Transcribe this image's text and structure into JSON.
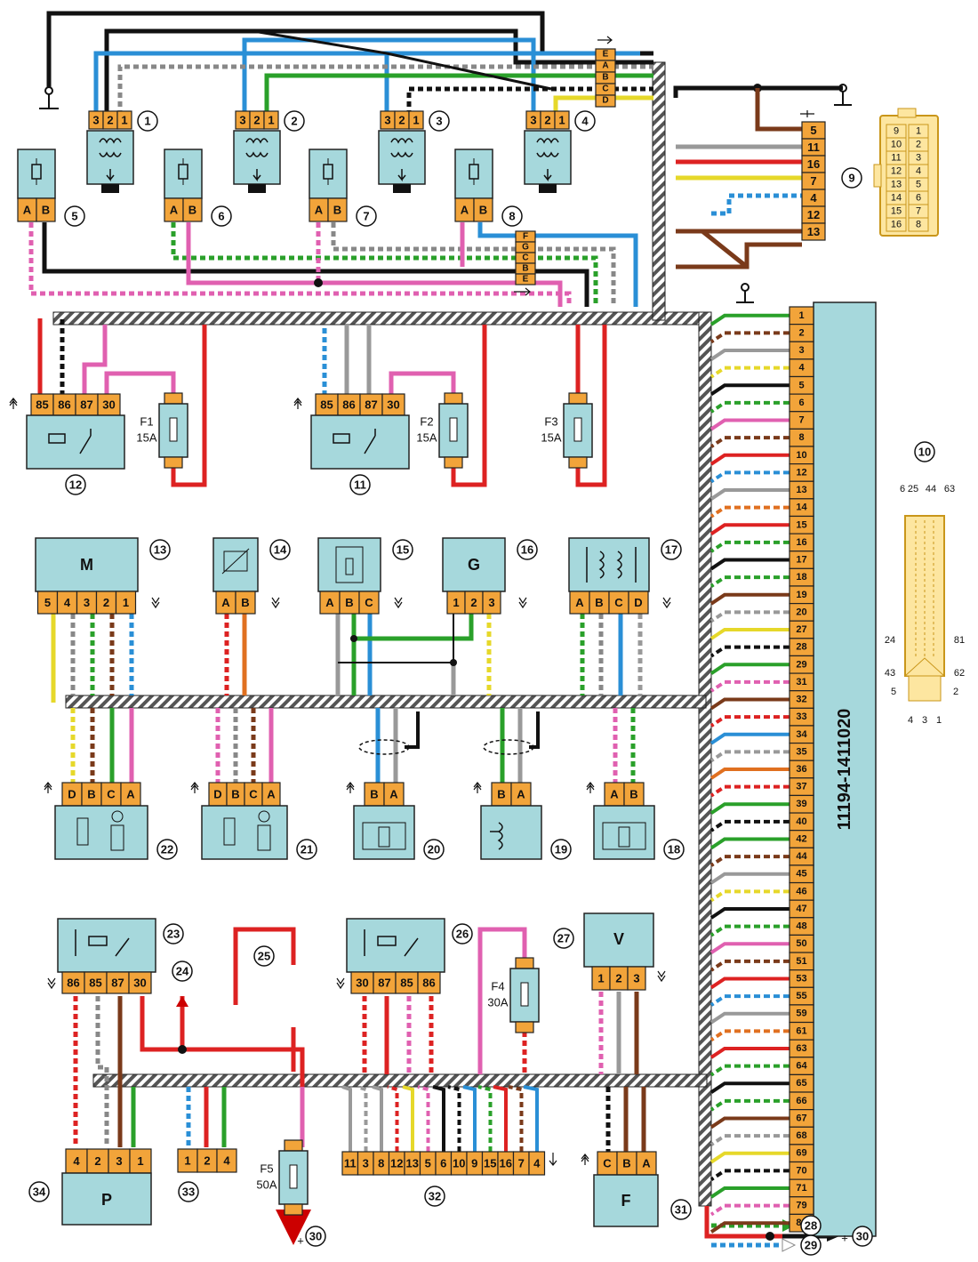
{
  "ecu": {
    "part_number": "11194-1411020",
    "pins": [
      "1",
      "2",
      "3",
      "4",
      "5",
      "6",
      "7",
      "8",
      "10",
      "12",
      "13",
      "14",
      "15",
      "16",
      "17",
      "18",
      "19",
      "20",
      "27",
      "28",
      "29",
      "31",
      "32",
      "33",
      "34",
      "35",
      "36",
      "37",
      "39",
      "40",
      "42",
      "44",
      "45",
      "46",
      "47",
      "48",
      "50",
      "51",
      "53",
      "55",
      "59",
      "61",
      "63",
      "64",
      "65",
      "66",
      "67",
      "68",
      "69",
      "70",
      "71",
      "79",
      "80"
    ]
  },
  "ignition_coils": [
    {
      "callout": "1",
      "pins": [
        "3",
        "2",
        "1"
      ]
    },
    {
      "callout": "2",
      "pins": [
        "3",
        "2",
        "1"
      ]
    },
    {
      "callout": "3",
      "pins": [
        "3",
        "2",
        "1"
      ]
    },
    {
      "callout": "4",
      "pins": [
        "3",
        "2",
        "1"
      ]
    }
  ],
  "coil_splice": {
    "pins": [
      "E",
      "A",
      "B",
      "C",
      "D"
    ]
  },
  "injector_splice": {
    "pins": [
      "F",
      "G",
      "C",
      "B",
      "E"
    ]
  },
  "injectors": [
    {
      "callout": "5",
      "pins": [
        "A",
        "B"
      ]
    },
    {
      "callout": "6",
      "pins": [
        "A",
        "B"
      ]
    },
    {
      "callout": "7",
      "pins": [
        "A",
        "B"
      ]
    },
    {
      "callout": "8",
      "pins": [
        "A",
        "B"
      ]
    }
  ],
  "diag_connector": {
    "callout": "9",
    "pins": [
      "5",
      "11",
      "16",
      "7",
      "4",
      "12",
      "13"
    ],
    "face_left": [
      "9",
      "10",
      "11",
      "12",
      "13",
      "14",
      "15",
      "16"
    ],
    "face_right": [
      "1",
      "2",
      "3",
      "4",
      "5",
      "6",
      "7",
      "8"
    ]
  },
  "ecu_connector": {
    "callout": "10",
    "top_labels": [
      "6",
      "25",
      "44",
      "63"
    ],
    "side_left": [
      "24",
      "43",
      "5"
    ],
    "side_right": [
      "81",
      "62",
      "2"
    ],
    "bottom": [
      "4",
      "3",
      "1"
    ]
  },
  "relays": [
    {
      "callout": "12",
      "pins": [
        "85",
        "86",
        "87",
        "30"
      ]
    },
    {
      "callout": "11",
      "pins": [
        "85",
        "86",
        "87",
        "30"
      ]
    }
  ],
  "fuses": [
    {
      "name": "F1",
      "rating": "15A"
    },
    {
      "name": "F2",
      "rating": "15A"
    },
    {
      "name": "F3",
      "rating": "15A"
    },
    {
      "name": "F4",
      "rating": "30A"
    },
    {
      "name": "F5",
      "rating": "50A"
    }
  ],
  "sensors_row": [
    {
      "callout": "13",
      "symbol": "M",
      "pins": [
        "5",
        "4",
        "3",
        "2",
        "1"
      ]
    },
    {
      "callout": "14",
      "pins": [
        "A",
        "B"
      ]
    },
    {
      "callout": "15",
      "pins": [
        "A",
        "B",
        "C"
      ]
    },
    {
      "callout": "16",
      "symbol": "G",
      "pins": [
        "1",
        "2",
        "3"
      ]
    },
    {
      "callout": "17",
      "pins": [
        "A",
        "B",
        "C",
        "D"
      ]
    }
  ],
  "sensors_row2": [
    {
      "callout": "22",
      "pins": [
        "D",
        "B",
        "C",
        "A"
      ]
    },
    {
      "callout": "21",
      "pins": [
        "D",
        "B",
        "C",
        "A"
      ]
    },
    {
      "callout": "20",
      "pins": [
        "B",
        "A"
      ]
    },
    {
      "callout": "19",
      "pins": [
        "B",
        "A"
      ]
    },
    {
      "callout": "18",
      "pins": [
        "A",
        "B"
      ]
    }
  ],
  "bottom_relays": [
    {
      "callout": "23",
      "pins": [
        "86",
        "85",
        "87",
        "30"
      ]
    },
    {
      "callout": "26",
      "pins": [
        "30",
        "87",
        "85",
        "86"
      ]
    }
  ],
  "fan_module": {
    "callout": "27",
    "symbol": "V",
    "pins": [
      "1",
      "2",
      "3"
    ]
  },
  "fuel_pump": {
    "callout": "34",
    "symbol": "P",
    "pins": [
      "4",
      "2",
      "3",
      "1"
    ]
  },
  "conn33": {
    "callout": "33",
    "pins": [
      "1",
      "2",
      "4"
    ]
  },
  "conn32": {
    "callout": "32",
    "pins": [
      "11",
      "3",
      "8",
      "12",
      "13",
      "5",
      "6",
      "10",
      "9",
      "15",
      "16",
      "7",
      "4"
    ]
  },
  "conn31": {
    "callout": "31",
    "symbol": "F",
    "pins": [
      "C",
      "B",
      "A"
    ]
  },
  "callouts": {
    "c24": "24",
    "c25": "25",
    "c28": "28",
    "c29": "29",
    "c30a": "30",
    "c30b": "30"
  },
  "plus_sign": "+"
}
